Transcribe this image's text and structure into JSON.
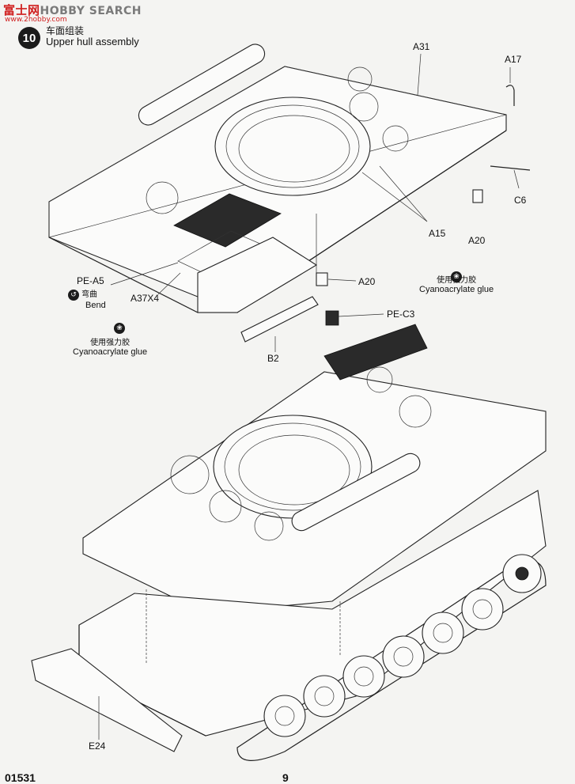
{
  "watermark": {
    "text_part1": "HOBBY",
    "text_part2": "SEARCH",
    "prefix": "富士网",
    "url": "www.2hobby.com"
  },
  "step": {
    "number": "10",
    "title_cn": "车面组装",
    "title_en": "Upper hull assembly"
  },
  "callouts": {
    "a31": "A31",
    "a17": "A17",
    "c6": "C6",
    "a15": "A15",
    "a20_top": "A20",
    "pe_a5": "PE-A5",
    "a37x4": "A37X4",
    "a20_mid": "A20",
    "pe_c3": "PE-C3",
    "b2": "B2",
    "e24": "E24"
  },
  "notes": {
    "bend_cn": "弯曲",
    "bend_en": "Bend",
    "glue1_cn": "使用强力胶",
    "glue1_en": "Cyanoacrylate glue",
    "glue2_cn": "使用强力胶",
    "glue2_en": "Cyanoacrylate glue"
  },
  "footer": {
    "kit_number": "01531",
    "page_number": "9"
  },
  "icons": [
    "bend-icon",
    "glue-icon"
  ]
}
